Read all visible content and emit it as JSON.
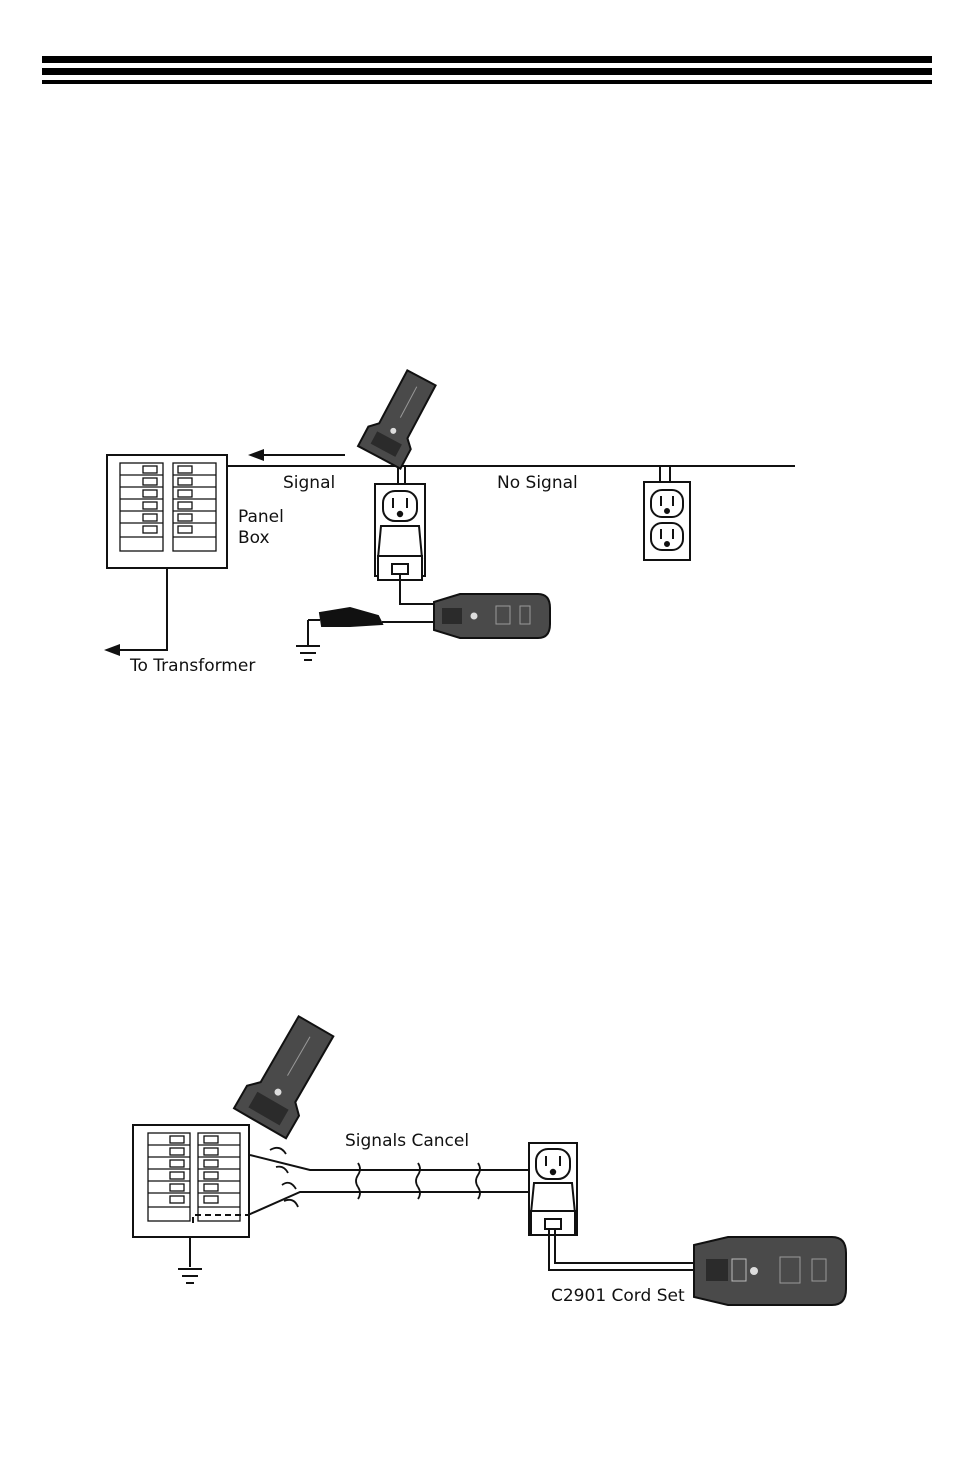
{
  "colors": {
    "ink": "#111111",
    "tester_body": "#4a4a4a",
    "tester_dark": "#2b2b2b",
    "paper": "#ffffff"
  },
  "icons": [
    "panel-box",
    "outlet",
    "tester",
    "ground-symbol",
    "clip-probe",
    "plug-adapter",
    "arrow"
  ],
  "diagram1": {
    "signal_label": "Signal",
    "no_signal_label": "No Signal",
    "panel_label_line1": "Panel",
    "panel_label_line2": "Box",
    "transformer_label": "To Transformer"
  },
  "diagram2": {
    "signals_cancel_label": "Signals Cancel",
    "cord_set_label": "C2901 Cord Set"
  }
}
